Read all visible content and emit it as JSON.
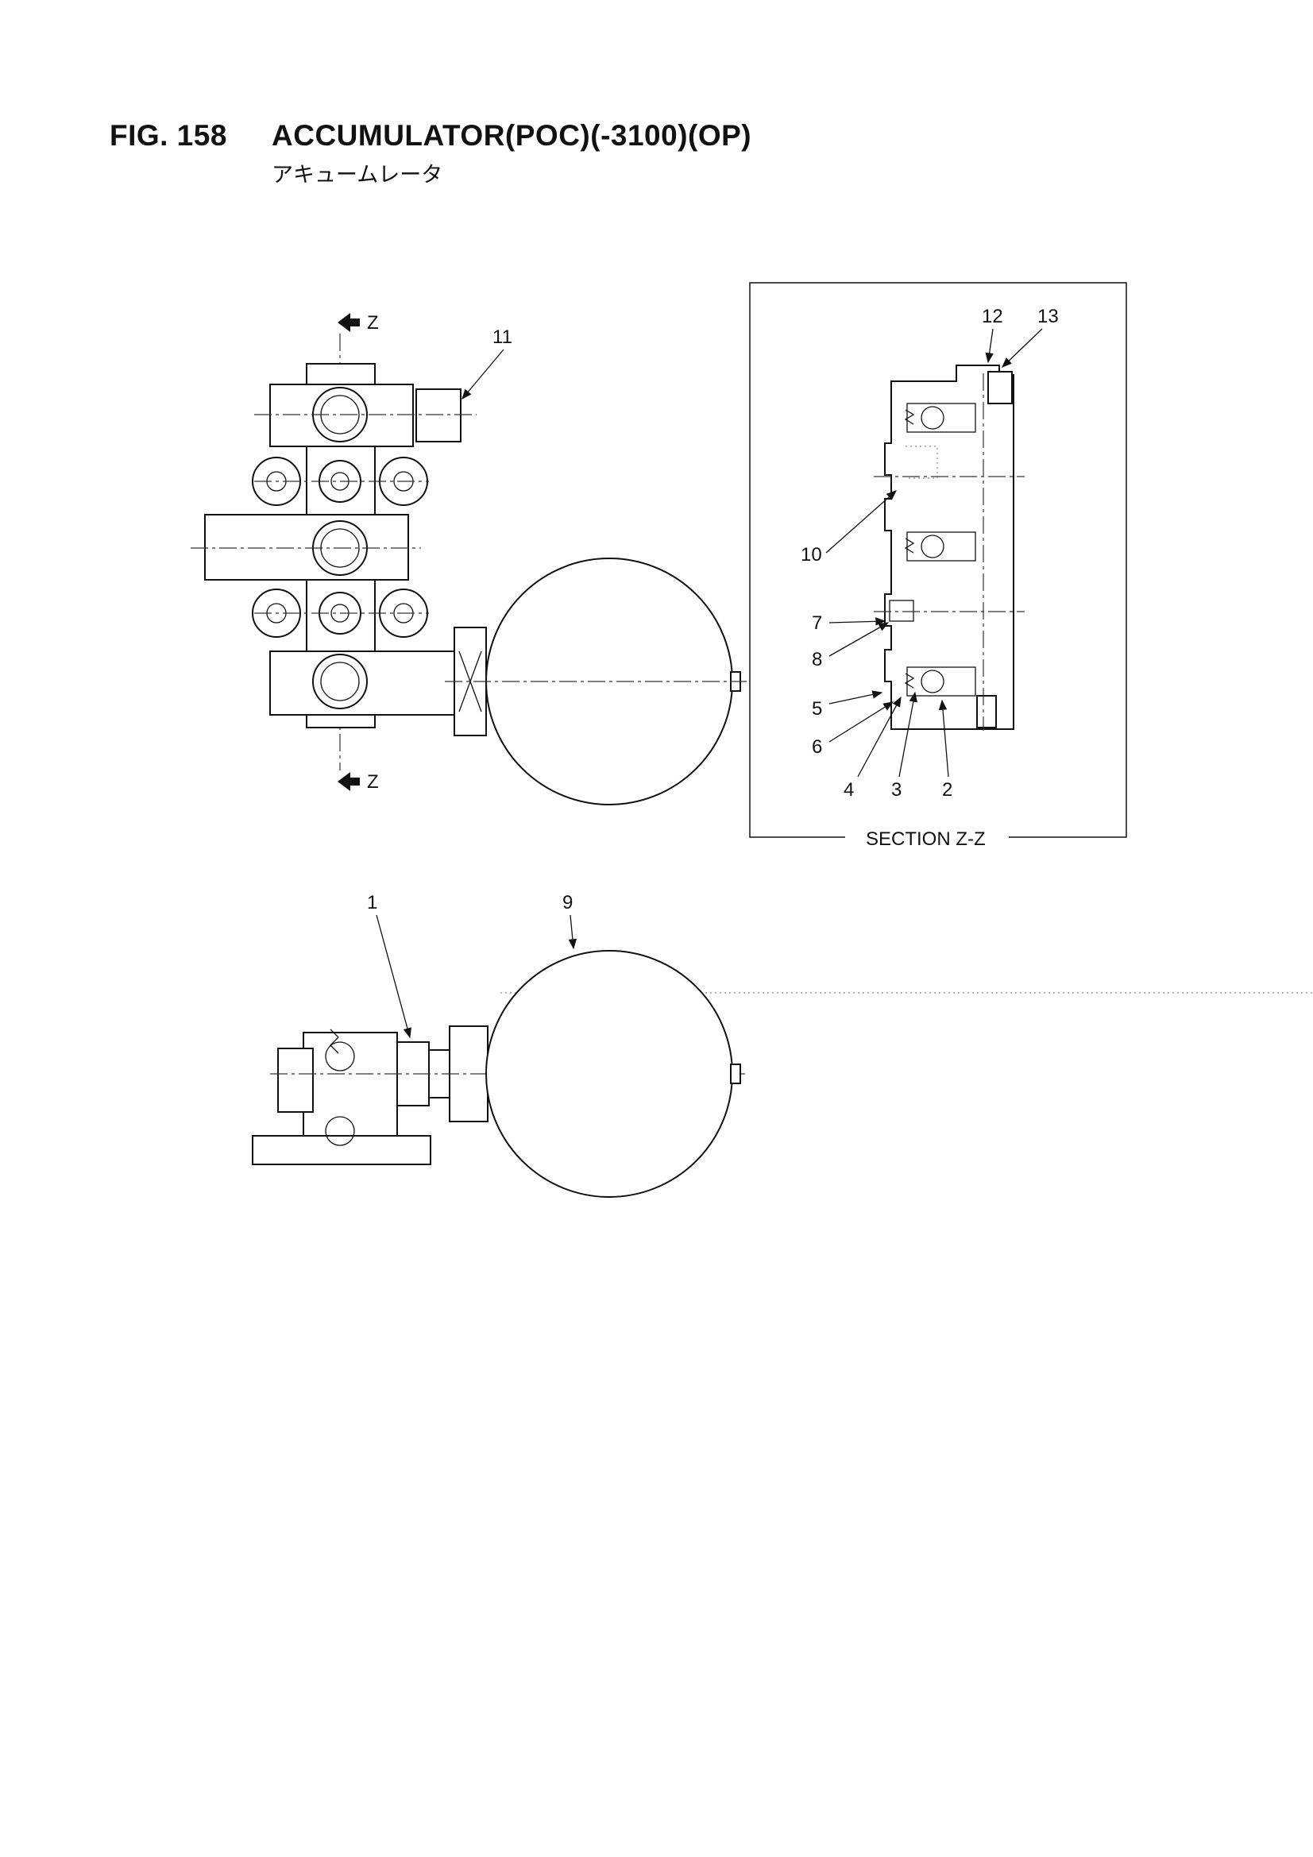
{
  "figure": {
    "number": "FIG. 158",
    "title": "ACCUMULATOR(POC)(-3100)(OP)",
    "subtitle": "アキュームレータ"
  },
  "section": {
    "label": "SECTION Z-Z",
    "marker": "Z"
  },
  "callouts": {
    "p1": "1",
    "p2": "2",
    "p3": "3",
    "p4": "4",
    "p5": "5",
    "p6": "6",
    "p7": "7",
    "p8": "8",
    "p9": "9",
    "p10": "10",
    "p11": "11",
    "p12": "12",
    "p13": "13"
  }
}
